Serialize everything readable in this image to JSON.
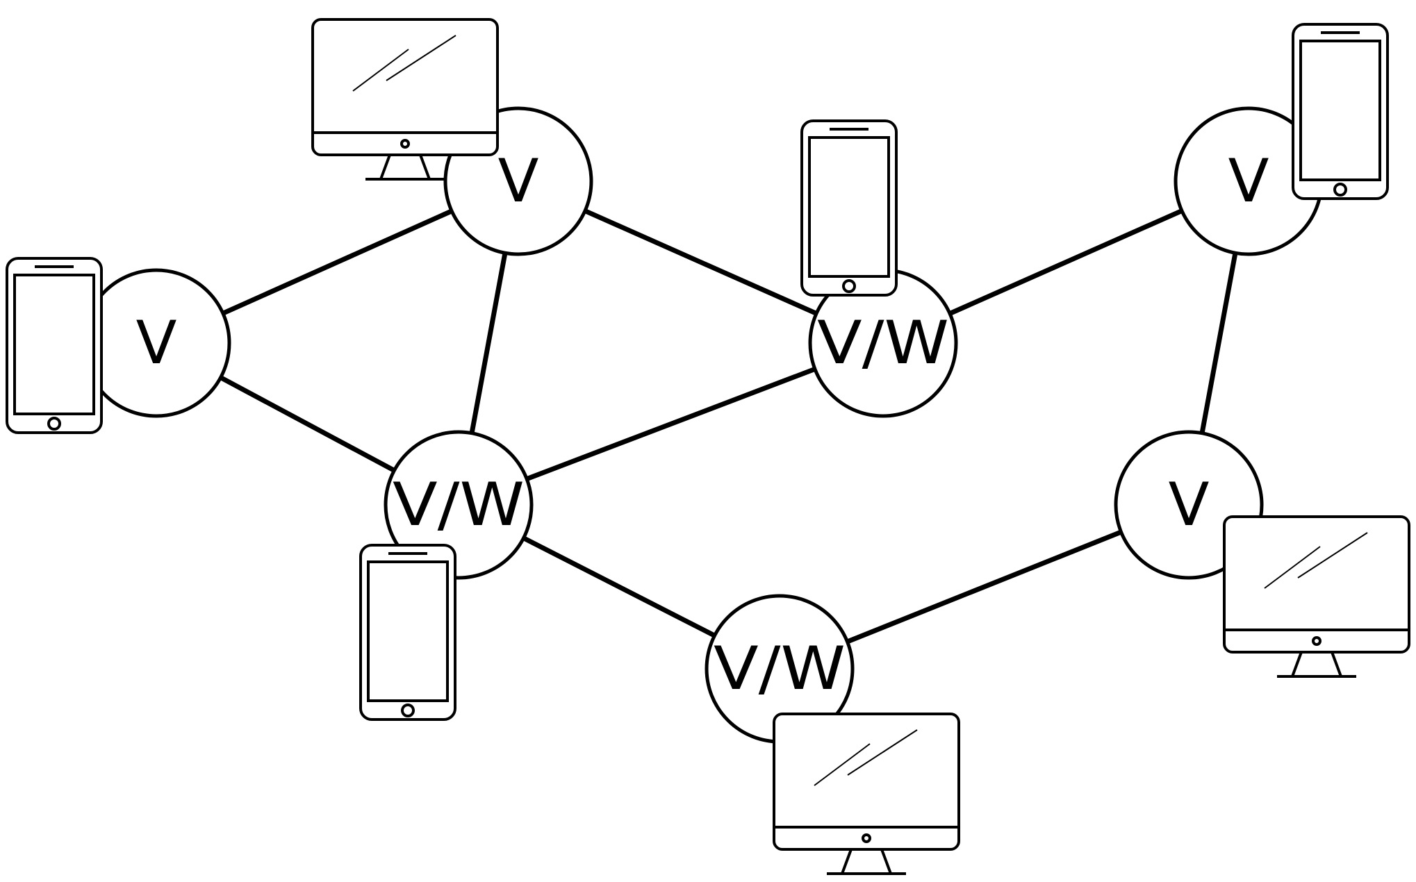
{
  "diagram": {
    "colors": {
      "stroke": "#000000",
      "background": "#ffffff"
    },
    "nodes": [
      {
        "id": "n1",
        "label": "V",
        "device": "phone-icon"
      },
      {
        "id": "n2",
        "label": "V",
        "device": "desktop-monitor-icon"
      },
      {
        "id": "n3",
        "label": "V/W",
        "device": "phone-icon"
      },
      {
        "id": "n4",
        "label": "V/W",
        "device": "phone-icon"
      },
      {
        "id": "n5",
        "label": "V",
        "device": "phone-icon"
      },
      {
        "id": "n6",
        "label": "V",
        "device": "desktop-monitor-icon"
      },
      {
        "id": "n7",
        "label": "V/W",
        "device": "desktop-monitor-icon"
      }
    ],
    "edges": [
      [
        "n1",
        "n2"
      ],
      [
        "n1",
        "n3"
      ],
      [
        "n2",
        "n3"
      ],
      [
        "n2",
        "n4"
      ],
      [
        "n3",
        "n4"
      ],
      [
        "n3",
        "n7"
      ],
      [
        "n4",
        "n5"
      ],
      [
        "n5",
        "n6"
      ],
      [
        "n6",
        "n7"
      ]
    ]
  }
}
